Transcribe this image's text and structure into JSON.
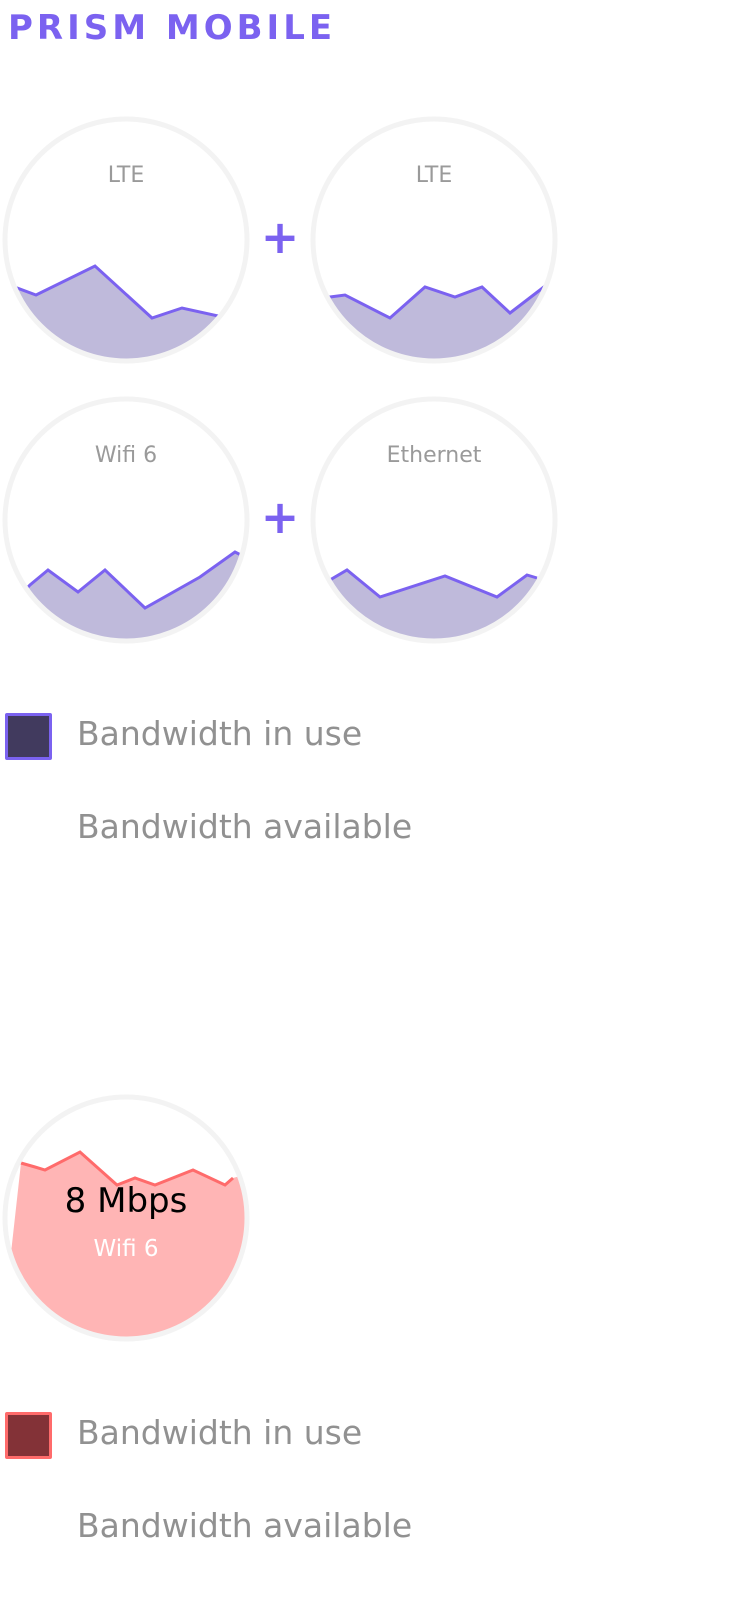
{
  "header": {
    "title": "PRISM MOBILE"
  },
  "combined": {
    "gauges": [
      {
        "label": "LTE"
      },
      {
        "label": "LTE"
      },
      {
        "label": "Wifi 6"
      },
      {
        "label": "Ethernet"
      }
    ],
    "plus_symbol": "+",
    "legend": {
      "in_use": "Bandwidth in use",
      "available": "Bandwidth available"
    },
    "colors": {
      "line": "#7b62f0",
      "fill": "#bfbadb",
      "swatch": "#413a5e"
    }
  },
  "single": {
    "speed": "8 Mbps",
    "label": "Wifi 6",
    "legend": {
      "in_use": "Bandwidth in use",
      "available": "Bandwidth available"
    },
    "colors": {
      "line": "#ff6b6b",
      "fill": "#ffb5b5",
      "swatch": "#833237"
    }
  }
}
